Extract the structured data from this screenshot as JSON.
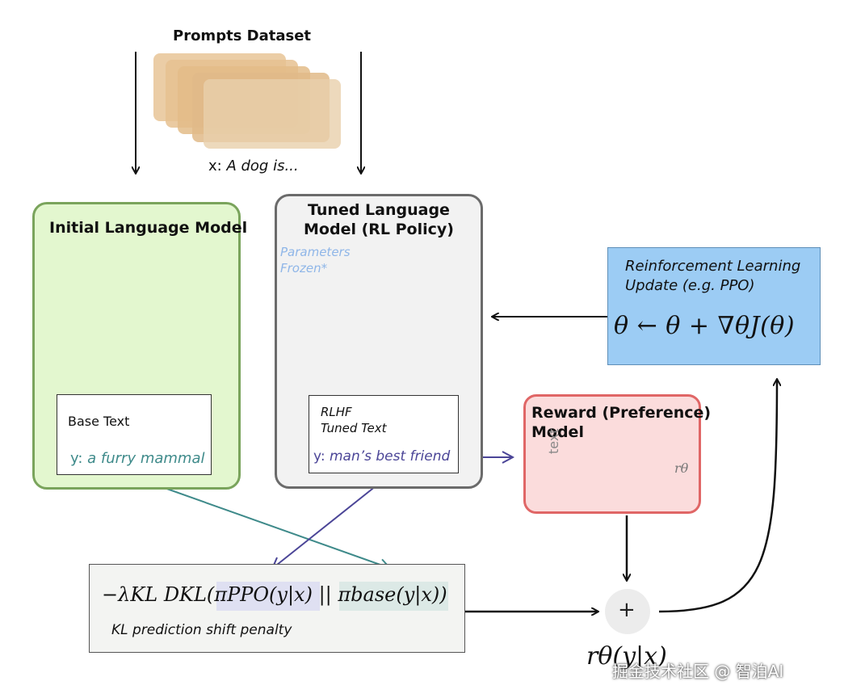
{
  "prompts": {
    "title": "Prompts Dataset",
    "example_prefix": "x: ",
    "example_text": "A dog is..."
  },
  "initial_model": {
    "title": "Initial Language Model",
    "output_label": "Base Text",
    "output_prefix": "y: ",
    "output_text": "a furry mammal"
  },
  "tuned_model": {
    "title_line1": "Tuned Language",
    "title_line2": "Model (RL Policy)",
    "note_line1": "Parameters",
    "note_line2": "Frozen*",
    "output_label_line1": "RLHF",
    "output_label_line2": "Tuned Text",
    "output_prefix": "y: ",
    "output_text": "man’s best friend"
  },
  "rl_update": {
    "title_line1": "Reinforcement Learning",
    "title_line2": "Update (e.g. PPO)",
    "formula": "θ ← θ + ∇θJ(θ)"
  },
  "reward_model": {
    "title_line1": "Reward (Preference)",
    "title_line2": "Model",
    "input_label": "text",
    "output_label": "rθ"
  },
  "kl": {
    "formula": "−λKL DKL(πPPO(y|x) || πbase(y|x))",
    "caption": "KL prediction shift penalty"
  },
  "sum": {
    "symbol": "+",
    "reward_label": "rθ(y|x)"
  },
  "watermark": "掘金技术社区 @ 智泊AI",
  "colors": {
    "green_bg": "#e3f7cf",
    "green_border": "#7aa45c",
    "gray_bg": "#f2f2f2",
    "gray_border": "#6b6b6b",
    "blue_bg": "#9cccf4",
    "red_bg": "#fbdcdc",
    "red_border": "#e06666",
    "input_node": "#7b9bd6",
    "output_node": "#f2c443",
    "green_node": "#8fcf6a",
    "gray_node": "#9c9c9c",
    "red_node": "#e08888",
    "teal": "#3e8a8a",
    "purple": "#4b4597"
  }
}
